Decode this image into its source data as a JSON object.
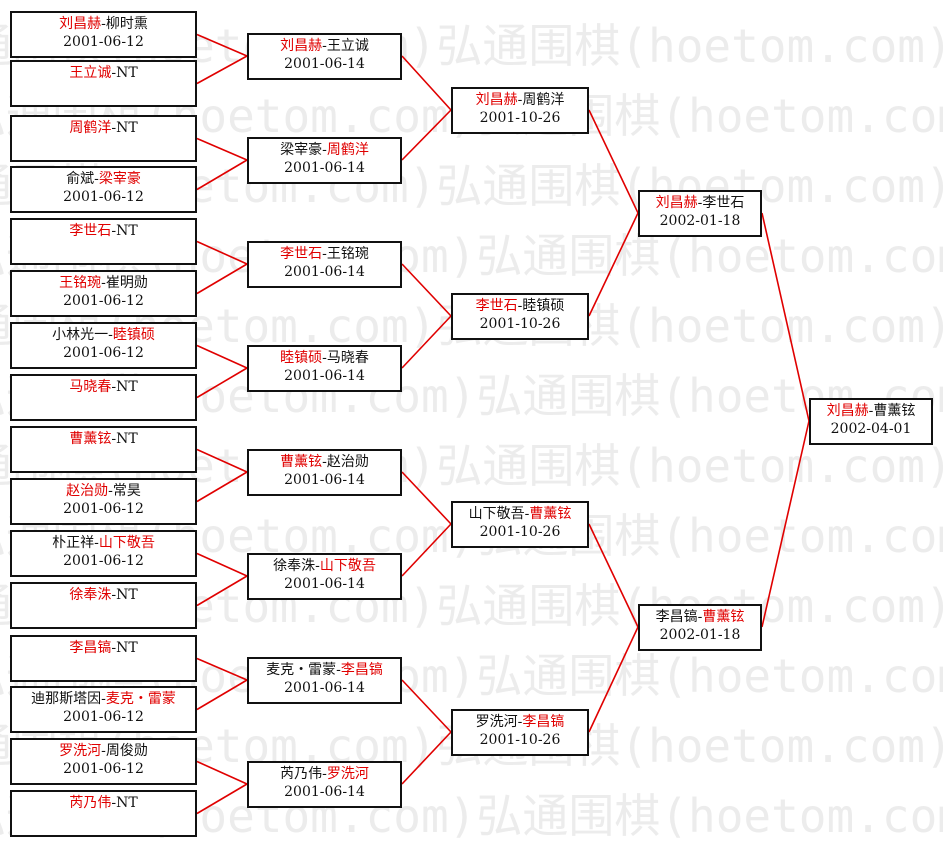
{
  "watermark": {
    "text": "弘通围棋(hoetom.com)"
  },
  "colors": {
    "winner": "#e00000",
    "text": "#111111",
    "connector": "#e00000",
    "border": "#111111"
  },
  "rounds": [
    {
      "name": "round1",
      "matches": [
        {
          "p1": "刘昌赫",
          "p2": "柳时熏",
          "winner": 1,
          "date": "2001-06-12"
        },
        {
          "p1": "王立诚",
          "p2": "NT",
          "winner": 1,
          "date": ""
        },
        {
          "p1": "周鹤洋",
          "p2": "NT",
          "winner": 1,
          "date": ""
        },
        {
          "p1": "俞斌",
          "p2": "梁宰豪",
          "winner": 2,
          "date": "2001-06-12"
        },
        {
          "p1": "李世石",
          "p2": "NT",
          "winner": 1,
          "date": ""
        },
        {
          "p1": "王铭琬",
          "p2": "崔明勋",
          "winner": 1,
          "date": "2001-06-12"
        },
        {
          "p1": "小林光一",
          "p2": "睦镇硕",
          "winner": 2,
          "date": "2001-06-12"
        },
        {
          "p1": "马晓春",
          "p2": "NT",
          "winner": 1,
          "date": ""
        },
        {
          "p1": "曹薰铉",
          "p2": "NT",
          "winner": 1,
          "date": ""
        },
        {
          "p1": "赵治勋",
          "p2": "常昊",
          "winner": 1,
          "date": "2001-06-12"
        },
        {
          "p1": "朴正祥",
          "p2": "山下敬吾",
          "winner": 2,
          "date": "2001-06-12"
        },
        {
          "p1": "徐奉洙",
          "p2": "NT",
          "winner": 1,
          "date": ""
        },
        {
          "p1": "李昌镐",
          "p2": "NT",
          "winner": 1,
          "date": ""
        },
        {
          "p1": "迪那斯塔因",
          "p2": "麦克・雷蒙",
          "winner": 2,
          "date": "2001-06-12"
        },
        {
          "p1": "罗洗河",
          "p2": "周俊勋",
          "winner": 1,
          "date": "2001-06-12"
        },
        {
          "p1": "芮乃伟",
          "p2": "NT",
          "winner": 1,
          "date": ""
        }
      ]
    },
    {
      "name": "round2",
      "matches": [
        {
          "p1": "刘昌赫",
          "p2": "王立诚",
          "winner": 1,
          "date": "2001-06-14"
        },
        {
          "p1": "梁宰豪",
          "p2": "周鹤洋",
          "winner": 2,
          "date": "2001-06-14"
        },
        {
          "p1": "李世石",
          "p2": "王铭琬",
          "winner": 1,
          "date": "2001-06-14"
        },
        {
          "p1": "睦镇硕",
          "p2": "马晓春",
          "winner": 1,
          "date": "2001-06-14"
        },
        {
          "p1": "曹薰铉",
          "p2": "赵治勋",
          "winner": 1,
          "date": "2001-06-14"
        },
        {
          "p1": "徐奉洙",
          "p2": "山下敬吾",
          "winner": 2,
          "date": "2001-06-14"
        },
        {
          "p1": "麦克・雷蒙",
          "p2": "李昌镐",
          "winner": 2,
          "date": "2001-06-14"
        },
        {
          "p1": "芮乃伟",
          "p2": "罗洗河",
          "winner": 2,
          "date": "2001-06-14"
        }
      ]
    },
    {
      "name": "round3",
      "matches": [
        {
          "p1": "刘昌赫",
          "p2": "周鹤洋",
          "winner": 1,
          "date": "2001-10-26"
        },
        {
          "p1": "李世石",
          "p2": "睦镇硕",
          "winner": 1,
          "date": "2001-10-26"
        },
        {
          "p1": "山下敬吾",
          "p2": "曹薰铉",
          "winner": 2,
          "date": "2001-10-26"
        },
        {
          "p1": "罗洗河",
          "p2": "李昌镐",
          "winner": 2,
          "date": "2001-10-26"
        }
      ]
    },
    {
      "name": "round4",
      "matches": [
        {
          "p1": "刘昌赫",
          "p2": "李世石",
          "winner": 1,
          "date": "2002-01-18"
        },
        {
          "p1": "李昌镐",
          "p2": "曹薰铉",
          "winner": 2,
          "date": "2002-01-18"
        }
      ]
    },
    {
      "name": "final",
      "matches": [
        {
          "p1": "刘昌赫",
          "p2": "曹薰铉",
          "winner": 1,
          "date": "2002-04-01"
        }
      ]
    }
  ]
}
